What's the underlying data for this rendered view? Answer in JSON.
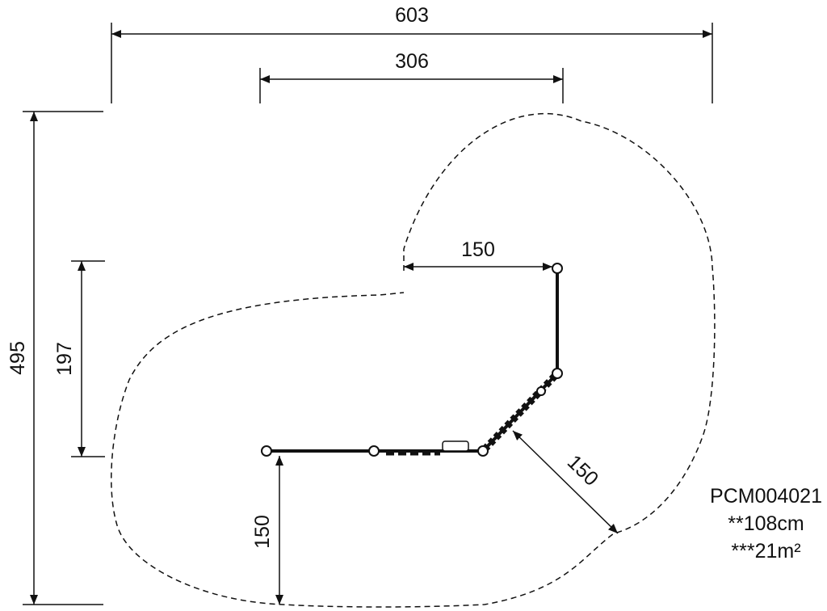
{
  "dimensions": {
    "overall_width": "603",
    "upper_width": "306",
    "overall_depth": "495",
    "left_offset": "197",
    "bottom_clearance": "150",
    "inner_clearance": "150",
    "diagonal_clearance": "150"
  },
  "product": {
    "code": "PCM004021",
    "height": "**108cm",
    "area": "***21m²"
  },
  "colors": {
    "line": "#111111",
    "background": "#ffffff"
  }
}
